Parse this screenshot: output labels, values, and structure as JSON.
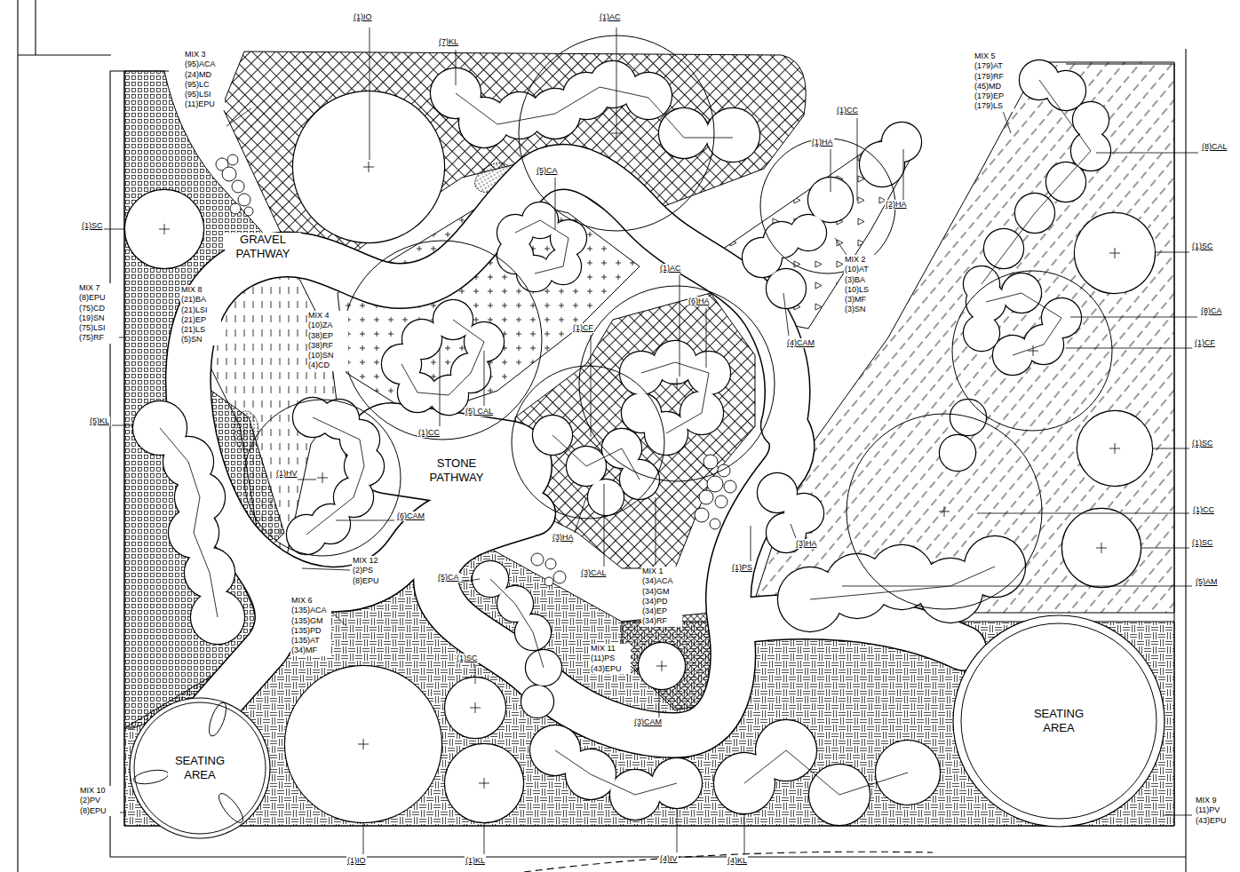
{
  "diagram": {
    "nodes": [
      {
        "text": [
          "SEATING AREA"
        ]
      },
      {
        "text": [
          "SEATING AREA"
        ]
      }
    ],
    "labels": [
      "(1)IO",
      "(1)AC",
      "(7)KL",
      "MIX 3 (95)ACA (24)MD (95)LC (95)LSI (11)EPU",
      "MIX 5 (179)AT (179)RF (45)MD (179)EP (179)LS",
      "(1)CC",
      "(1)HA",
      "(8)CAL",
      "(5)CA",
      "(2)HA",
      "(1)SC",
      "GRAVEL PATHWAY",
      "(1)SC",
      "MIX 2 (10)AT (3)BA (10)LS (3)MF (3)SN",
      "(1)AC",
      "(6)HA",
      "MIX 7 (8)EPU (75)CD (19)SN (75)LSI (75)RF",
      "MIX 8 (21)BA (21)LSI (21)EP (21)LS (5)SN",
      "(8)CA",
      "MIX 4 (10)ZA (38)EP (38)RF (10)SN (4)CD",
      "(1)CF",
      "(1)CF",
      "(4)CAM",
      "(5) CAL",
      "(5)KL",
      "(1)CC",
      "(1)SC",
      "(1)HV",
      "STONE PATHWAY",
      "(6)CAM",
      "(1)CC",
      "(3)HA",
      "(1)SC",
      "(3)HA",
      "MIX 12 (2)PS (8)EPU",
      "(1)PS",
      "(3)CAL",
      "MIX 1 (34)ACA (34)GM (34)PD (34)EP (34)RF",
      "(5)CA",
      "(5)AM",
      "MIX 6 (135)ACA (135)GM (135)PD (135)AT (34)MF",
      "(1)SC",
      "MIX 11 (11)PS (43)EPU",
      "(3)CAM",
      "MIX 10 (2)PV (8)EPU",
      "MIX 9 (11)PV (43)EPU",
      "(1)IO",
      "(1)KL",
      "(4)IV",
      "(4)KL"
    ]
  }
}
